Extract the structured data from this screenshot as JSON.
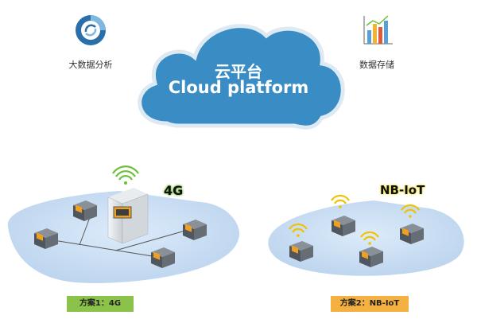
{
  "cloud": {
    "title_cn": "云平台",
    "title_en": "Cloud platform",
    "fill": "#3a8cc4",
    "stroke": "#dde9f3"
  },
  "features": [
    {
      "label": "大数据分析",
      "icon": "circular-analytics-icon"
    },
    {
      "label": "数据存储",
      "icon": "bar-chart-storage-icon"
    }
  ],
  "schemes": [
    {
      "badge": "方案1：4G",
      "badge_color": "#8bc34a",
      "network_label": "4G",
      "gateway_icon": "gateway-cabinet-icon",
      "device_icon": "terminal-device-icon"
    },
    {
      "badge": "方案2：NB-IoT",
      "badge_color": "#f4b040",
      "network_label": "NB-IoT",
      "device_icon": "terminal-device-icon",
      "wireless_icon": "wifi-signal-icon"
    }
  ],
  "colors": {
    "platform": "#c9ddf2",
    "device_body": "#5f6770",
    "device_top": "#8a9098",
    "screen_amber": "#f0a020",
    "wifi_green": "#6bbf3b",
    "wifi_yellow": "#f2c200",
    "label_4g_green": "#6ab92f",
    "label_nb_yellow": "#f0e030"
  }
}
